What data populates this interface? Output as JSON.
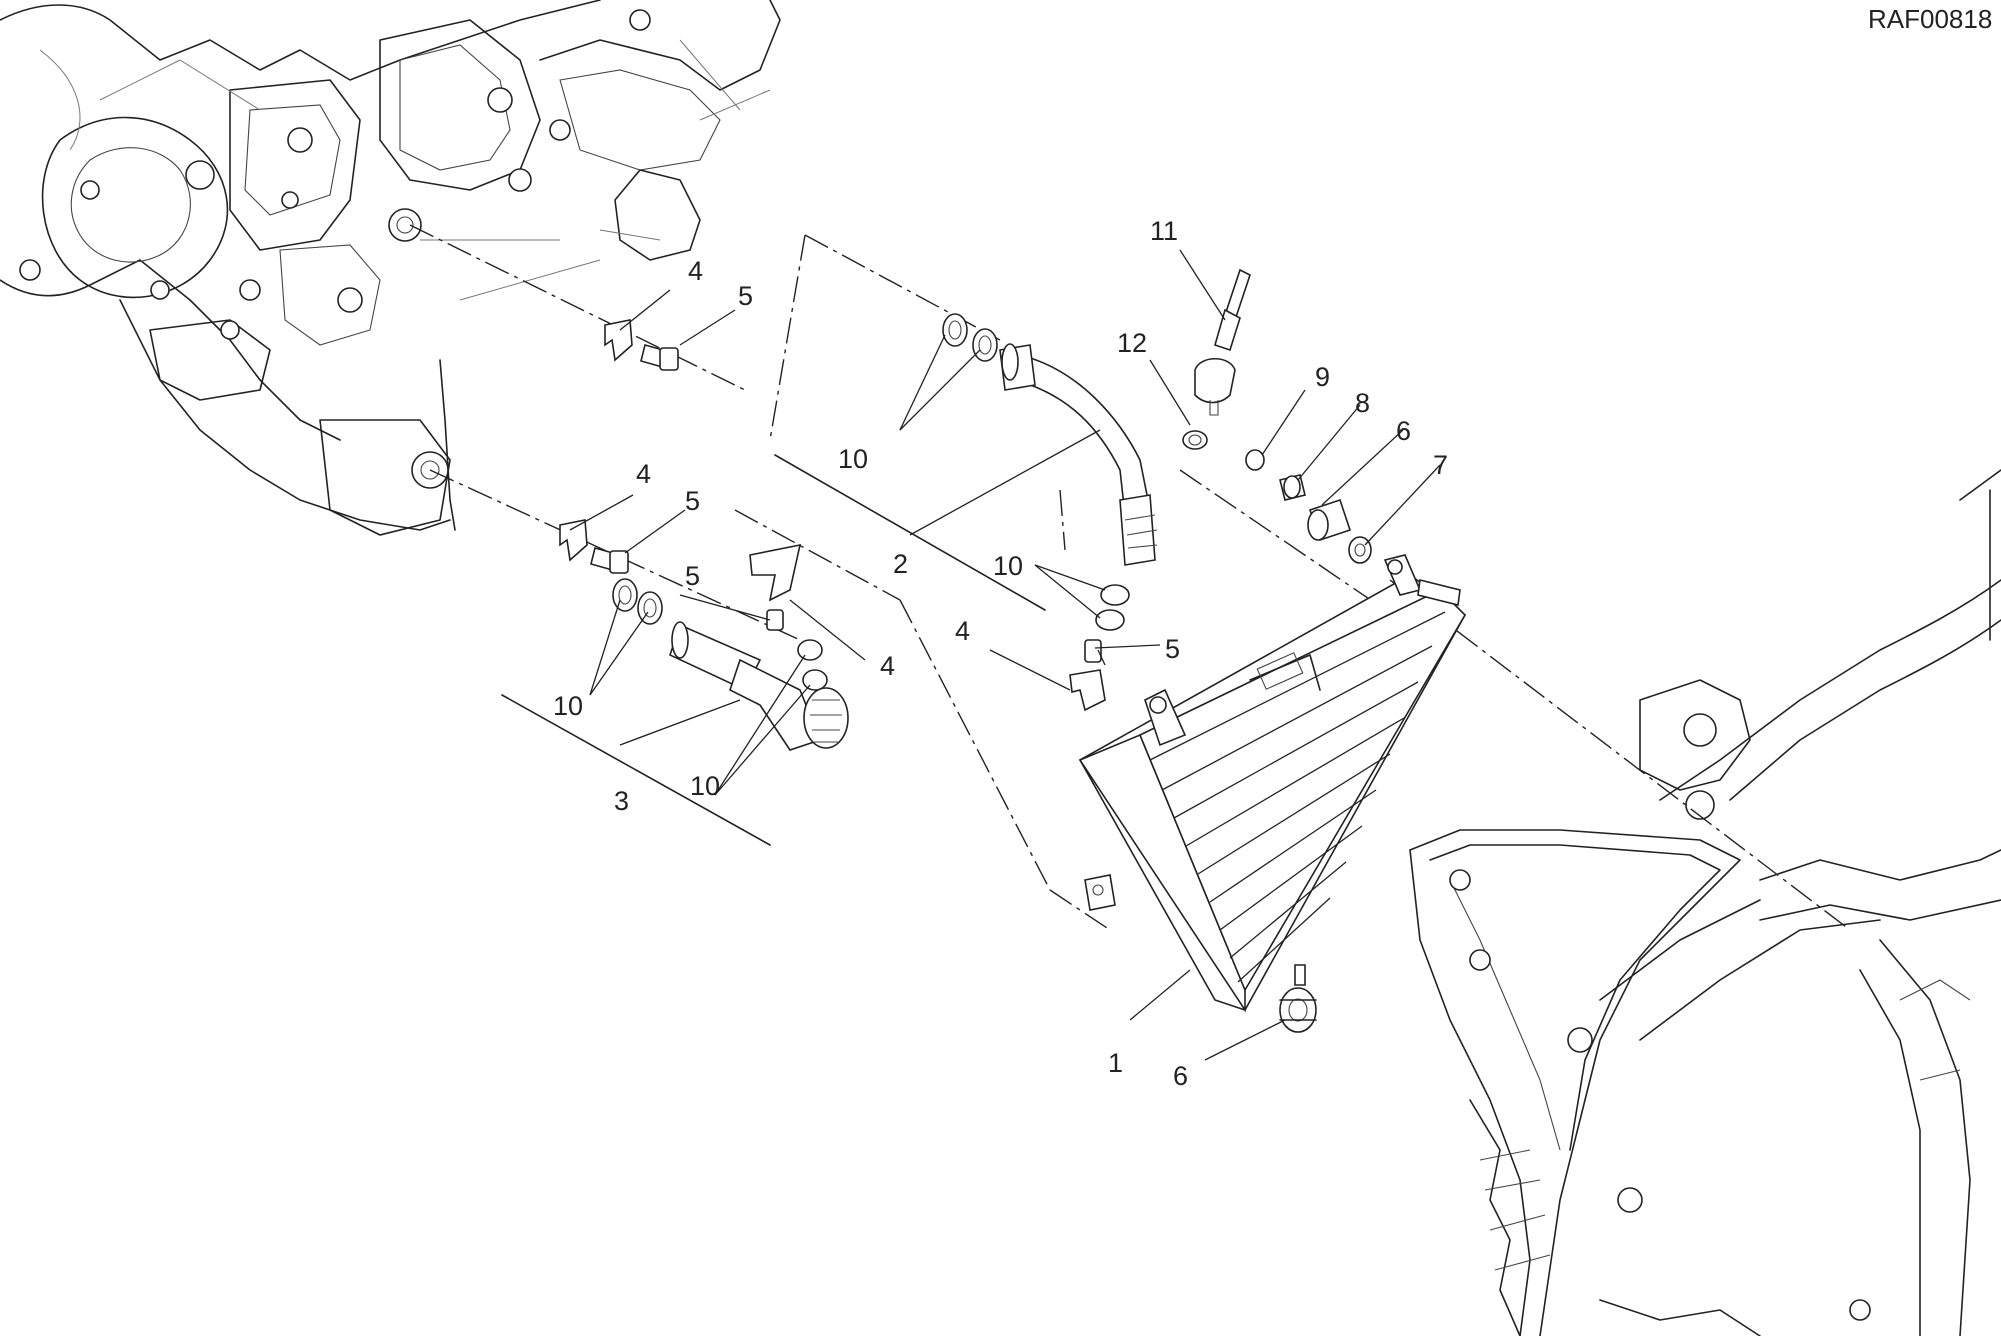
{
  "diagram": {
    "code": "RAF00818",
    "callouts": [
      "1",
      "2",
      "3",
      "4",
      "4",
      "4",
      "4",
      "5",
      "5",
      "5",
      "5",
      "6",
      "6",
      "7",
      "8",
      "9",
      "10",
      "10",
      "10",
      "10",
      "11",
      "12"
    ]
  }
}
